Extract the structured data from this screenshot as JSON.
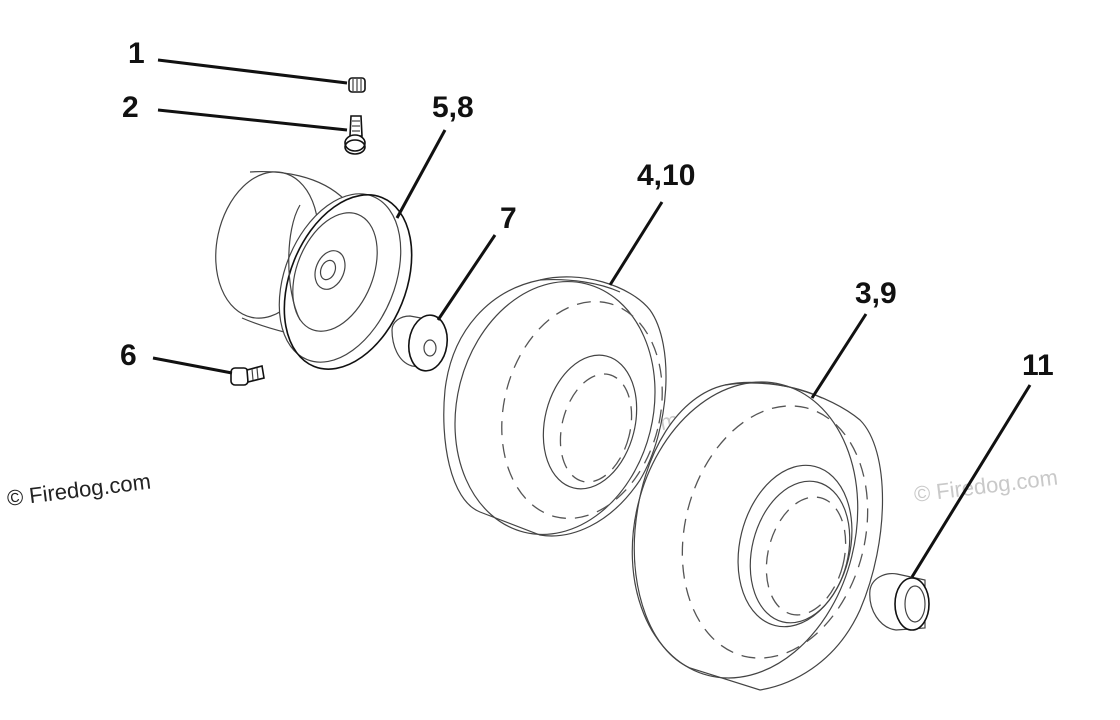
{
  "callouts": {
    "c1": "1",
    "c2": "2",
    "c58": "5,8",
    "c7": "7",
    "c410": "4,10",
    "c39": "3,9",
    "c6": "6",
    "c11": "11"
  },
  "watermark": {
    "main": "© Firedog.com",
    "faint": "© Firedog.com",
    "wheel": "Firedog.com"
  }
}
